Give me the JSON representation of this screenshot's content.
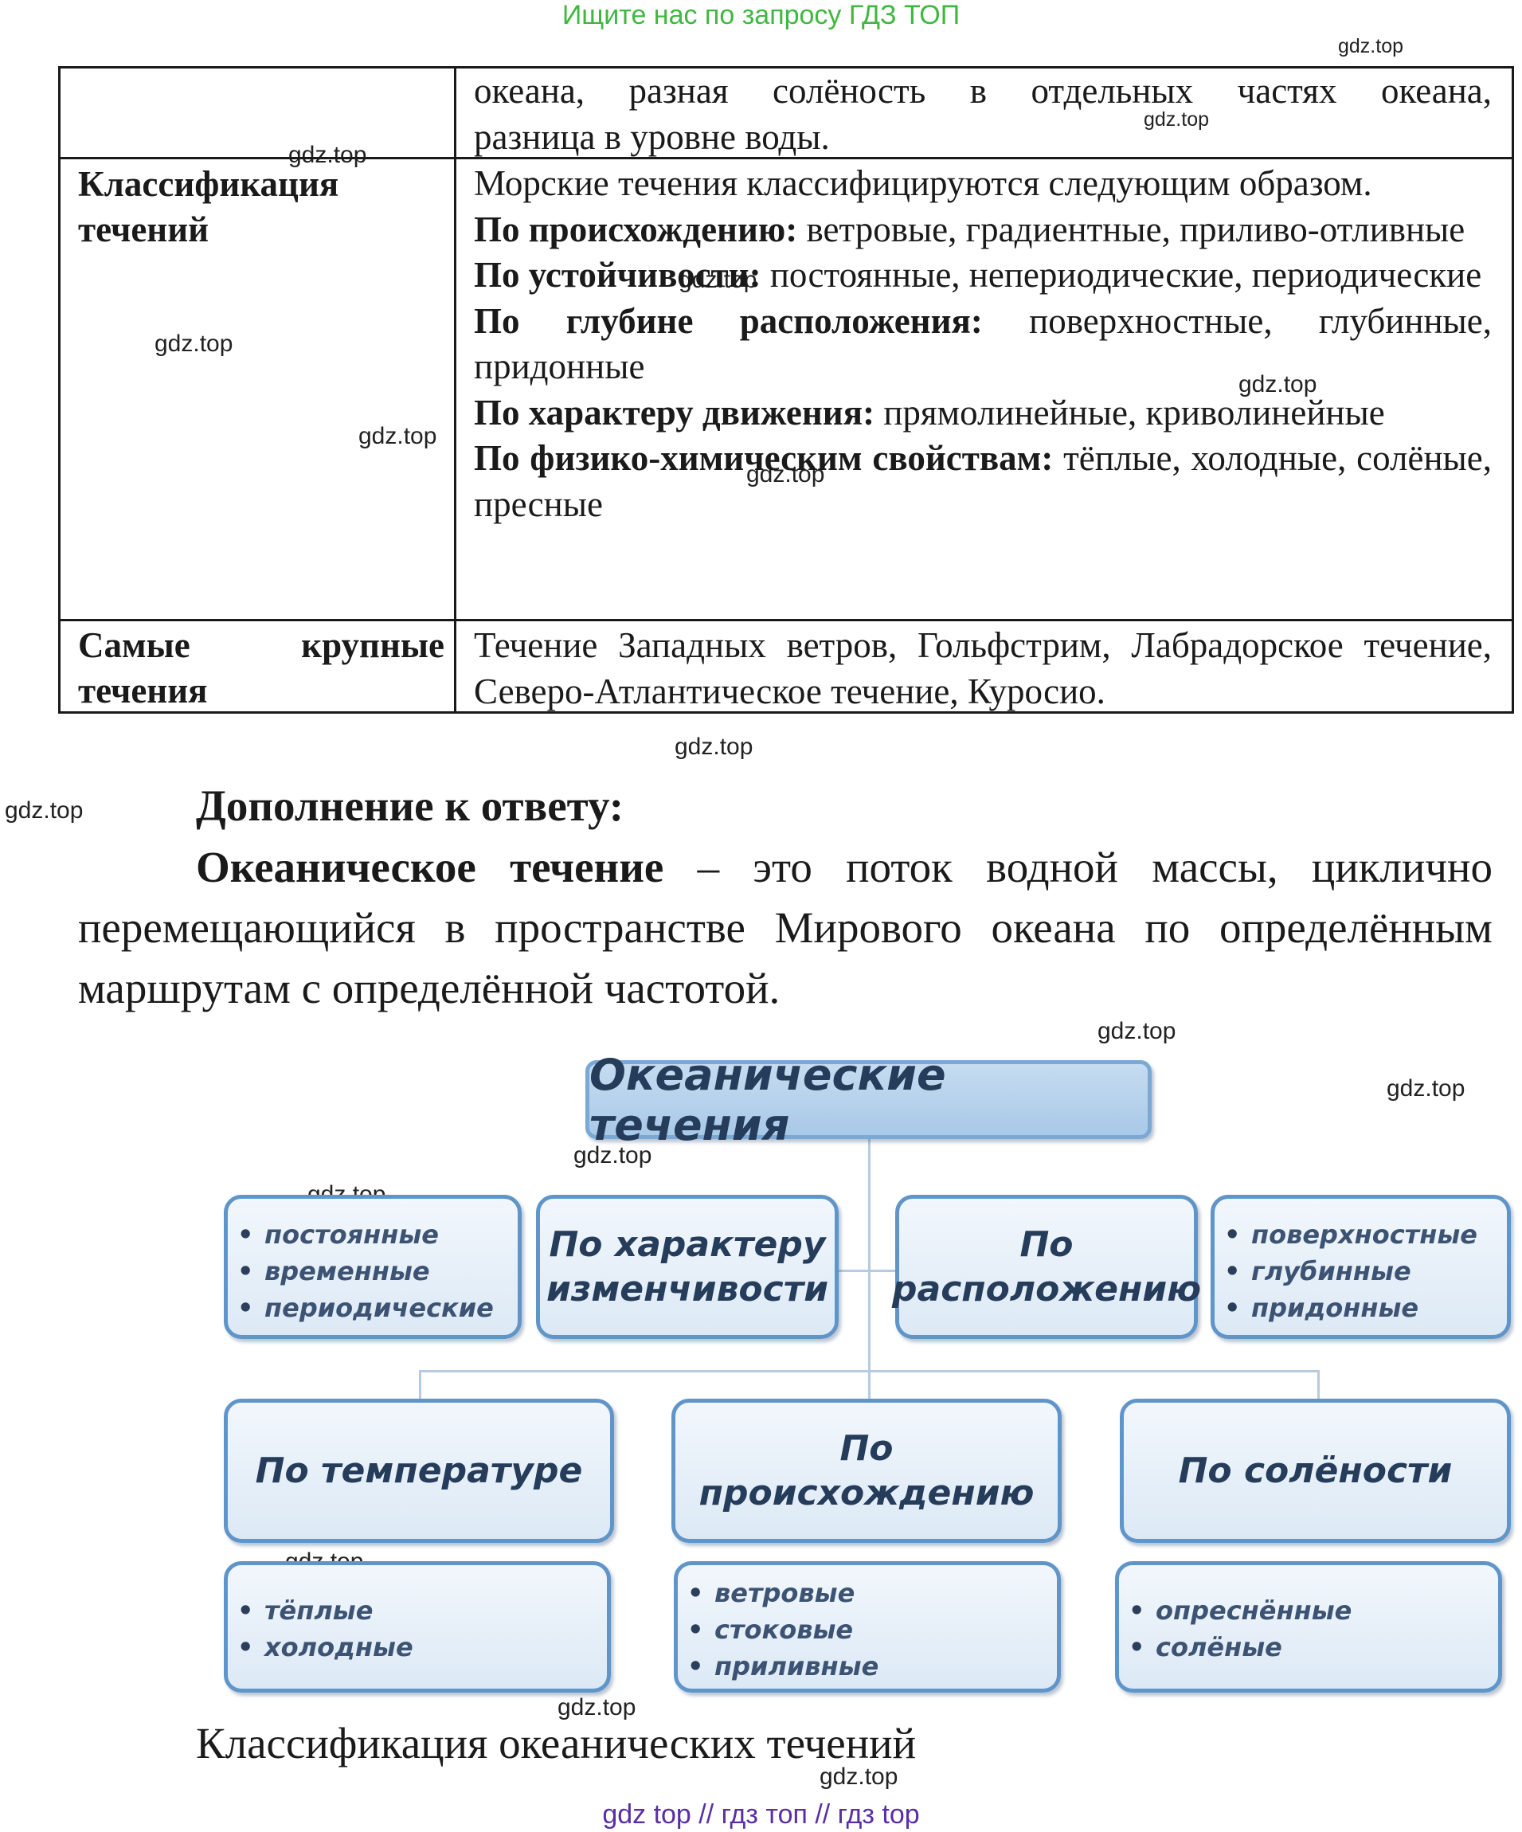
{
  "banner": "Ищите нас по запросу ГДЗ ТОП",
  "watermark": "gdz.top",
  "table": {
    "rows": [
      {
        "left": "",
        "right_lines": [
          "океана, разная солёность в отдельных частях океана,",
          "разница в уровне воды."
        ]
      },
      {
        "left": "Классификация течений",
        "intro": "Морские течения классифицируются следующим образом.",
        "items": [
          {
            "label": "По происхождению:",
            "text": " ветровые, градиентные, приливо-отливные"
          },
          {
            "label": "По устойчивости:",
            "text": " постоянные, непериодические, периодические"
          },
          {
            "label": "По глубине расположения:",
            "text": " поверхностные, глубинные, придонные"
          },
          {
            "label": "По характеру движения:",
            "text": " прямолинейные, криволинейные"
          },
          {
            "label": "По физико-химическим свойствам:",
            "text": " тёплые, холодные, солёные, пресные"
          }
        ]
      },
      {
        "left": "Самые крупные течения",
        "right": "Течение Западных ветров, Гольфстрим, Лабрадорское течение, Северо-Атлантическое течение, Куросио."
      }
    ]
  },
  "addition": {
    "heading": "Дополнение к ответу:",
    "term": "Океаническое течение",
    "definition_line1": " – это поток водной массы, циклично",
    "definition_line2": "перемещающийся в пространстве Мирового океана по определённым",
    "definition_line3": "маршрутам с определённой частотой."
  },
  "diagram": {
    "title": "Океанические течения",
    "variability": {
      "label": "По характеру изменчивости",
      "items": [
        "постоянные",
        "временные",
        "периодические"
      ]
    },
    "location": {
      "label": "По расположению",
      "items": [
        "поверхностные",
        "глубинные",
        "придонные"
      ]
    },
    "temperature": {
      "label": "По температуре",
      "items": [
        "тёплые",
        "холодные"
      ]
    },
    "origin": {
      "label": "По происхождению",
      "items": [
        "ветровые",
        "стоковые",
        "приливные"
      ]
    },
    "salinity": {
      "label": "По солёности",
      "items": [
        "опреснённые",
        "солёные"
      ]
    }
  },
  "caption": "Классификация океанических течений",
  "footer": "gdz top  //  гдз топ  //  гдз top"
}
